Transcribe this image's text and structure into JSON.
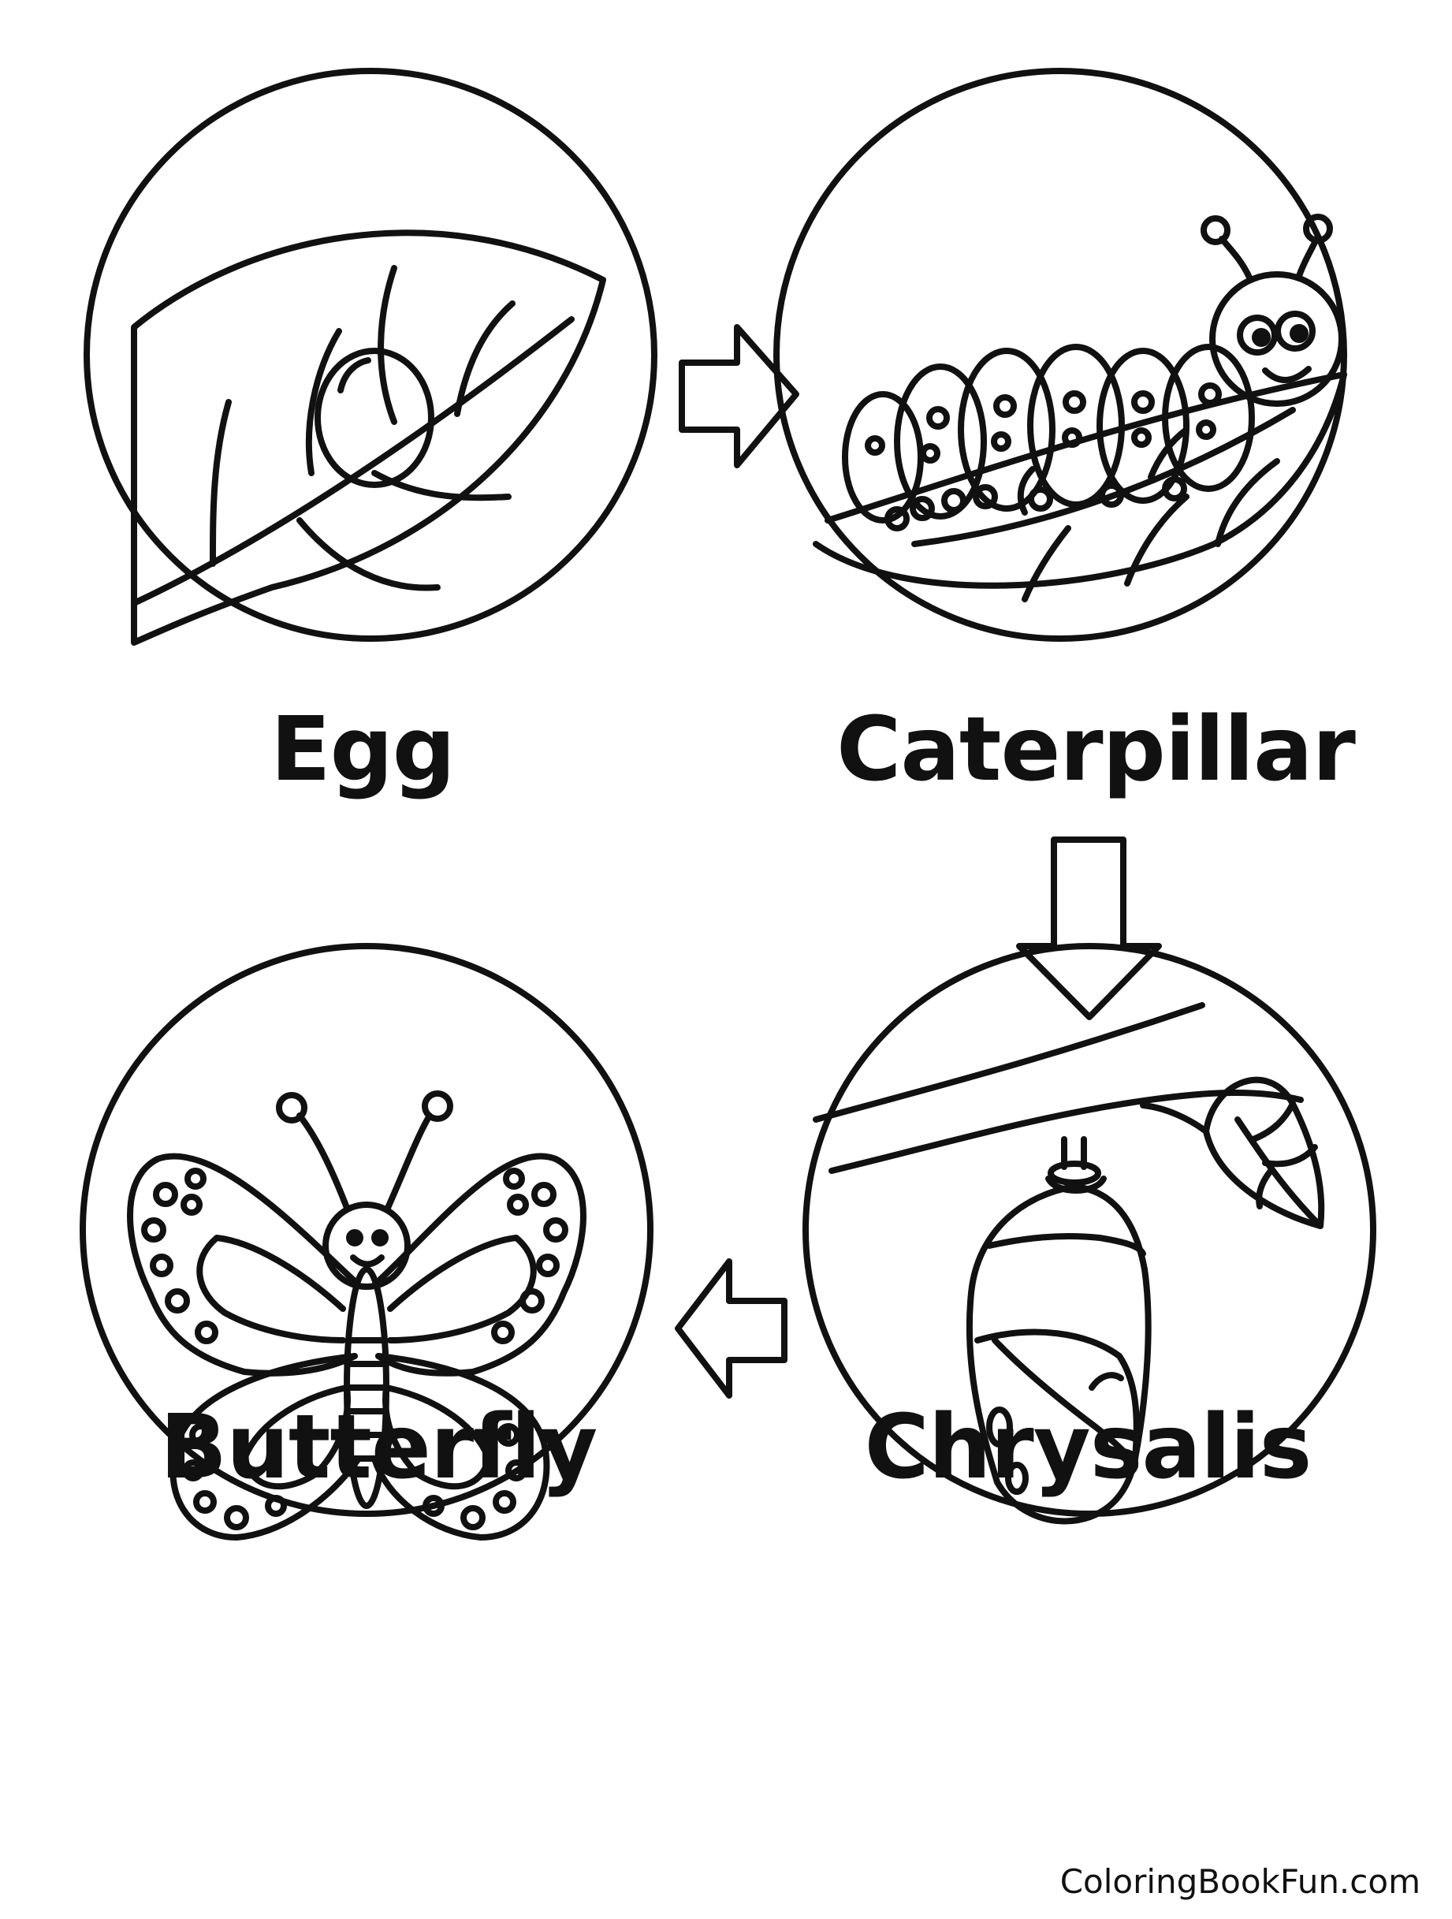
{
  "stages": [
    {
      "label": "Egg",
      "icon": "egg-on-leaf-icon"
    },
    {
      "label": "Caterpillar",
      "icon": "caterpillar-icon"
    },
    {
      "label": "Chrysalis",
      "icon": "chrysalis-icon"
    },
    {
      "label": "Butterfly",
      "icon": "butterfly-icon"
    }
  ],
  "watermark": "ColoringBookFun.com",
  "colors": {
    "ink": "#111111",
    "paper": "#ffffff"
  }
}
